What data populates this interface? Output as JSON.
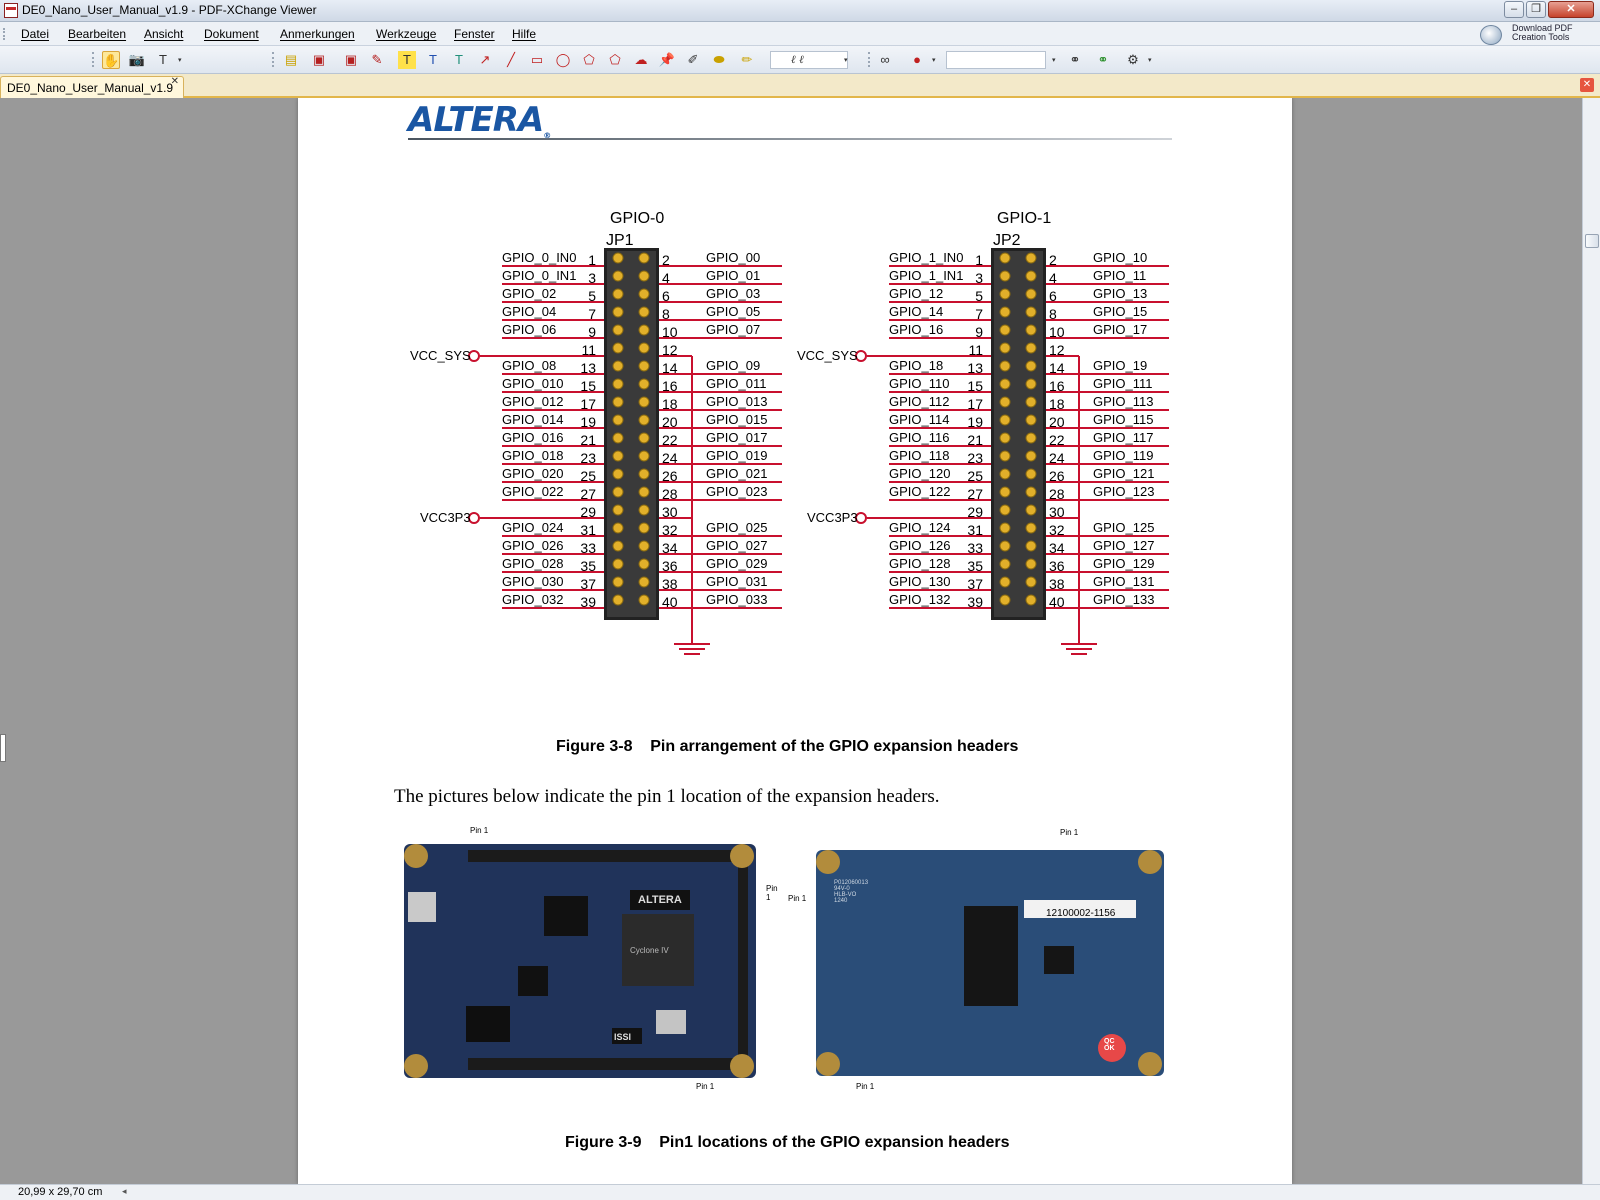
{
  "window": {
    "title": "DE0_Nano_User_Manual_v1.9 - PDF-XChange Viewer",
    "min_glyph": "–",
    "restore_glyph": "❐",
    "close_glyph": "✕"
  },
  "menu": {
    "items": [
      "Datei",
      "Bearbeiten",
      "Ansicht",
      "Dokument",
      "Anmerkungen",
      "Werkzeuge",
      "Fenster",
      "Hilfe"
    ],
    "download_label": "Download PDF Creation Tools"
  },
  "toolbar": {
    "icons": [
      "hand-tool-icon",
      "snapshot-icon",
      "select-text-icon",
      "sticky-note-icon",
      "text-box-icon",
      "callout-icon",
      "typewriter-icon",
      "highlight-text-icon",
      "strikeout-icon",
      "underline-icon",
      "arrow-icon",
      "line-icon",
      "rectangle-icon",
      "oval-icon",
      "polygon-icon",
      "polyline-icon",
      "cloud-icon",
      "pin-icon",
      "pencil-icon",
      "eraser-icon",
      "highlighter-icon",
      "glasses-icon",
      "spell-check-icon",
      "binoculars-icon",
      "find-next-icon",
      "properties-icon"
    ],
    "signature_value": "ℓ ℓ"
  },
  "tab": {
    "label": "DE0_Nano_User_Manual_v1.9",
    "close_glyph": "✕"
  },
  "document": {
    "logo": "ALTERA",
    "logo_reg": "®",
    "gpio0": {
      "title": "GPIO-0",
      "connector": "JP1",
      "left_signals": [
        "GPIO_0_IN0",
        "GPIO_0_IN1",
        "GPIO_02",
        "GPIO_04",
        "GPIO_06",
        "",
        "GPIO_08",
        "GPIO_010",
        "GPIO_012",
        "GPIO_014",
        "GPIO_016",
        "GPIO_018",
        "GPIO_020",
        "GPIO_022",
        "",
        "GPIO_024",
        "GPIO_026",
        "GPIO_028",
        "GPIO_030",
        "GPIO_032"
      ],
      "right_signals": [
        "GPIO_00",
        "GPIO_01",
        "GPIO_03",
        "GPIO_05",
        "GPIO_07",
        "",
        "GPIO_09",
        "GPIO_011",
        "GPIO_013",
        "GPIO_015",
        "GPIO_017",
        "GPIO_019",
        "GPIO_021",
        "GPIO_023",
        "",
        "GPIO_025",
        "GPIO_027",
        "GPIO_029",
        "GPIO_031",
        "GPIO_033"
      ],
      "vcc_sys": "VCC_SYS",
      "vcc3p3": "VCC3P3"
    },
    "gpio1": {
      "title": "GPIO-1",
      "connector": "JP2",
      "left_signals": [
        "GPIO_1_IN0",
        "GPIO_1_IN1",
        "GPIO_12",
        "GPIO_14",
        "GPIO_16",
        "",
        "GPIO_18",
        "GPIO_110",
        "GPIO_112",
        "GPIO_114",
        "GPIO_116",
        "GPIO_118",
        "GPIO_120",
        "GPIO_122",
        "",
        "GPIO_124",
        "GPIO_126",
        "GPIO_128",
        "GPIO_130",
        "GPIO_132"
      ],
      "right_signals": [
        "GPIO_10",
        "GPIO_11",
        "GPIO_13",
        "GPIO_15",
        "GPIO_17",
        "",
        "GPIO_19",
        "GPIO_111",
        "GPIO_113",
        "GPIO_115",
        "GPIO_117",
        "GPIO_119",
        "GPIO_121",
        "GPIO_123",
        "",
        "GPIO_125",
        "GPIO_127",
        "GPIO_129",
        "GPIO_131",
        "GPIO_133"
      ],
      "vcc_sys": "VCC_SYS",
      "vcc3p3": "VCC3P3"
    },
    "pin_numbers_odd": [
      "1",
      "3",
      "5",
      "7",
      "9",
      "11",
      "13",
      "15",
      "17",
      "19",
      "21",
      "23",
      "25",
      "27",
      "29",
      "31",
      "33",
      "35",
      "37",
      "39"
    ],
    "pin_numbers_even": [
      "2",
      "4",
      "6",
      "8",
      "10",
      "12",
      "14",
      "16",
      "18",
      "20",
      "22",
      "24",
      "26",
      "28",
      "30",
      "32",
      "34",
      "36",
      "38",
      "40"
    ],
    "figure_3_8": "Figure 3-8    Pin arrangement of the GPIO expansion headers",
    "body_text": "The pictures below indicate the pin 1 location of the expansion headers.",
    "photo_front": {
      "pin_labels": [
        "Pin 1",
        "Pin 1",
        "Pin 1"
      ],
      "chip_marking": "ALTERA",
      "fpga_marking": "Cyclone IV",
      "issi_marking": "ISSI"
    },
    "photo_back": {
      "pin_labels": [
        "Pin 1",
        "Pin 1",
        "Pin 1"
      ],
      "barcode_text": "12100002-1156",
      "board_text": "P012060013\n94V-0\nHLB-VO\n1240",
      "qc_stamp": "QC\nOK"
    },
    "figure_3_9": "Figure 3-9    Pin1 locations of the GPIO expansion headers"
  },
  "status": {
    "page_size": "20,99 x 29,70 cm",
    "arrow": "◂"
  },
  "colors": {
    "wire": "#c8102e",
    "header_body": "#222222",
    "pin_gold": "#e2b02a",
    "altera_blue": "#1a56a3",
    "tab_bg": "#f3e9c9"
  }
}
